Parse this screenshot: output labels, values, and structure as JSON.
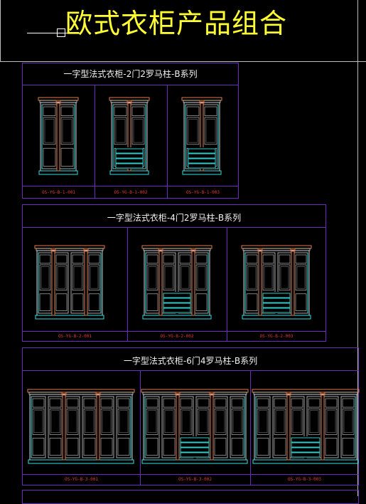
{
  "page": {
    "title": "欧式衣柜产品组合"
  },
  "sections": [
    {
      "title": "一字型法式衣柜-2门2罗马柱-B系列",
      "codes": [
        "OS-YG-B-1-001",
        "OS-YG-B-1-002",
        "OS-YG-B-1-003"
      ]
    },
    {
      "title": "一字型法式衣柜-4门2罗马柱-B系列",
      "codes": [
        "OS-YG-B-2-001",
        "OS-YG-B-2-002",
        "OS-YG-B-2-003"
      ]
    },
    {
      "title": "一字型法式衣柜-6门4罗马柱-B系列",
      "codes": [
        "OS-YG-B-3-001",
        "OS-YG-B-3-002",
        "OS-YG-B-3-003"
      ]
    }
  ],
  "colors": {
    "title": "#ffff33",
    "frame": "#6a2dbf",
    "door": "#cfcfcf",
    "column": "#e07a4a",
    "drawer": "#33e0e0",
    "code": "#e03a3a"
  }
}
